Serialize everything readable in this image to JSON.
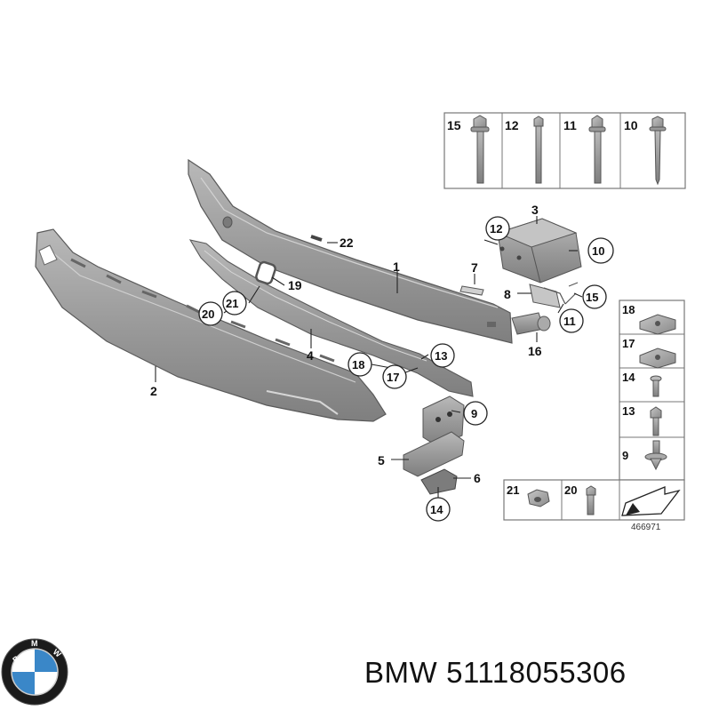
{
  "diagram": {
    "reference_number": "466971",
    "part_labels": {
      "p1": "1",
      "p2": "2",
      "p3": "3",
      "p4": "4",
      "p5": "5",
      "p6": "6",
      "p7": "7",
      "p8": "8",
      "p9": "9",
      "p10": "10",
      "p11": "11",
      "p12": "12",
      "p13": "13",
      "p14": "14",
      "p15": "15",
      "p16": "16",
      "p17": "17",
      "p18": "18",
      "p19": "19",
      "p20": "20",
      "p21": "21",
      "p22": "22"
    },
    "bolt_box": [
      "15",
      "12",
      "11",
      "10"
    ],
    "fastener_column": [
      "18",
      "17",
      "14",
      "13",
      "9"
    ],
    "bottom_box": [
      "21",
      "20"
    ]
  },
  "caption": {
    "brand": "BMW",
    "part_number": "51118055306"
  },
  "logo": {
    "text": "BMW",
    "colors": {
      "blue": "#3a87c8",
      "white": "#ffffff",
      "ring": "#111111"
    }
  }
}
